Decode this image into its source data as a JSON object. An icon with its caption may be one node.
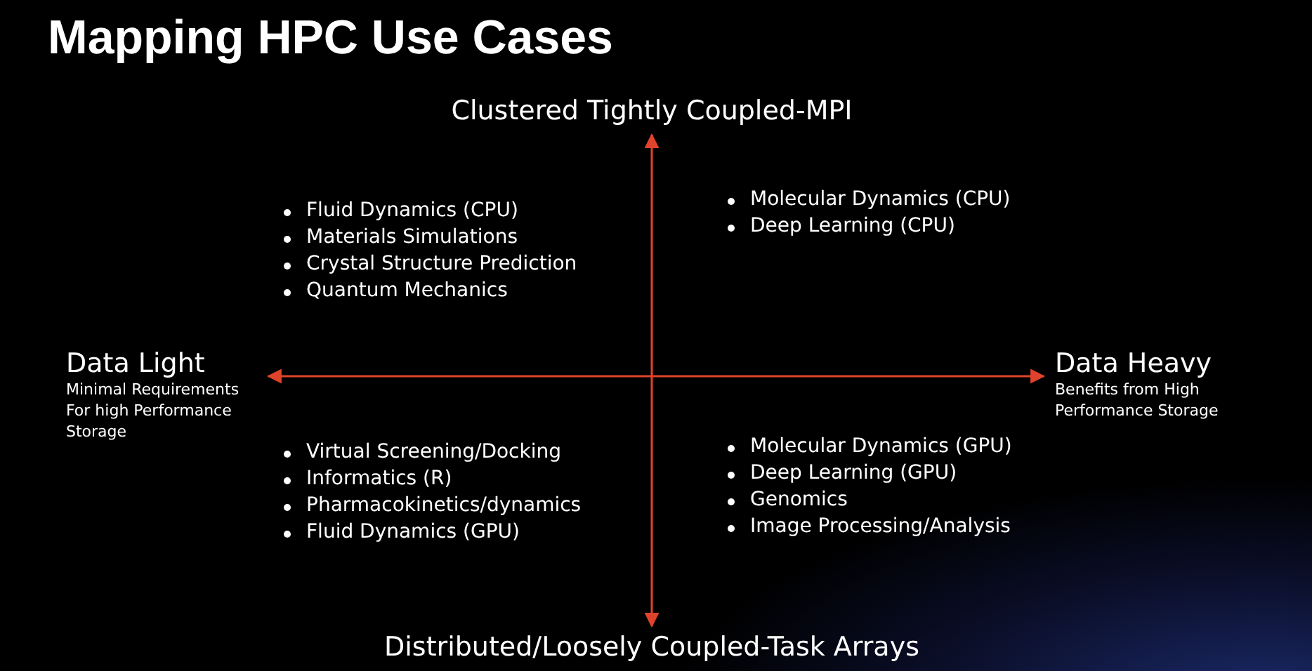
{
  "diagram": {
    "title": "Mapping HPC Use Cases",
    "nodes": [
      {
        "text": [
          "Clustered Tightly Coupled-MPI"
        ]
      },
      {
        "text": [
          "Data Light",
          "Minimal Requirements For high Performance Storage"
        ]
      },
      {
        "text": [
          "Data Heavy",
          "Benefits from High Performance Storage"
        ]
      },
      {
        "text": [
          "Distributed/Loosely Coupled-Task Arrays"
        ]
      }
    ],
    "edges": [
      {
        "from": 0,
        "to": 3,
        "arrow": "both"
      },
      {
        "from": 1,
        "to": 2,
        "arrow": "both"
      }
    ],
    "labels": [
      "Fluid Dynamics (CPU)",
      "Materials Simulations",
      "Crystal Structure Prediction",
      "Quantum Mechanics",
      "Molecular Dynamics (CPU)",
      "Deep Learning (CPU)",
      "Virtual Screening/Docking",
      "Informatics (R)",
      "Pharmacokinetics/dynamics",
      "Fluid Dynamics (GPU)",
      "Molecular Dynamics (GPU)",
      "Deep Learning (GPU)",
      "Genomics",
      "Image Processing/Analysis"
    ]
  }
}
